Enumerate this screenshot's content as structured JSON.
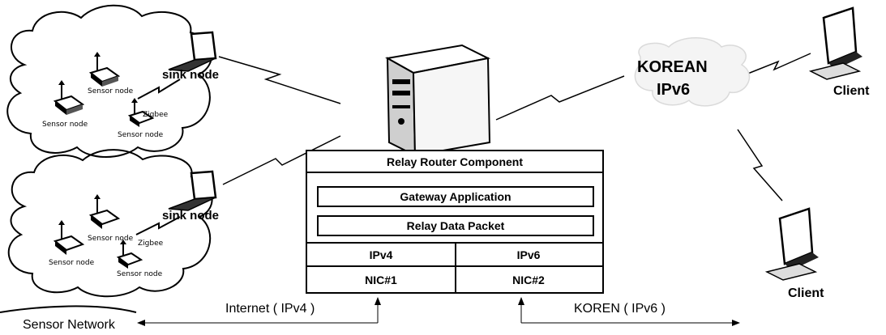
{
  "labels": {
    "sink_node_top": "sink node",
    "sink_node_bottom": "sink node",
    "sensor_node": "Sensor node",
    "zigbee": "Zigbee",
    "korean": "KOREAN",
    "ipv6_cloud": "IPv6",
    "client": "Client",
    "internet": "Internet ( IPv4 )",
    "koren": "KOREN ( IPv6 )",
    "sensor_network": "Sensor Network"
  },
  "relay": {
    "title": "Relay Router Component",
    "gateway": "Gateway Application",
    "relay_packet": "Relay Data Packet",
    "ipv4": "IPv4",
    "ipv6": "IPv6",
    "nic1": "NIC#1",
    "nic2": "NIC#2"
  }
}
